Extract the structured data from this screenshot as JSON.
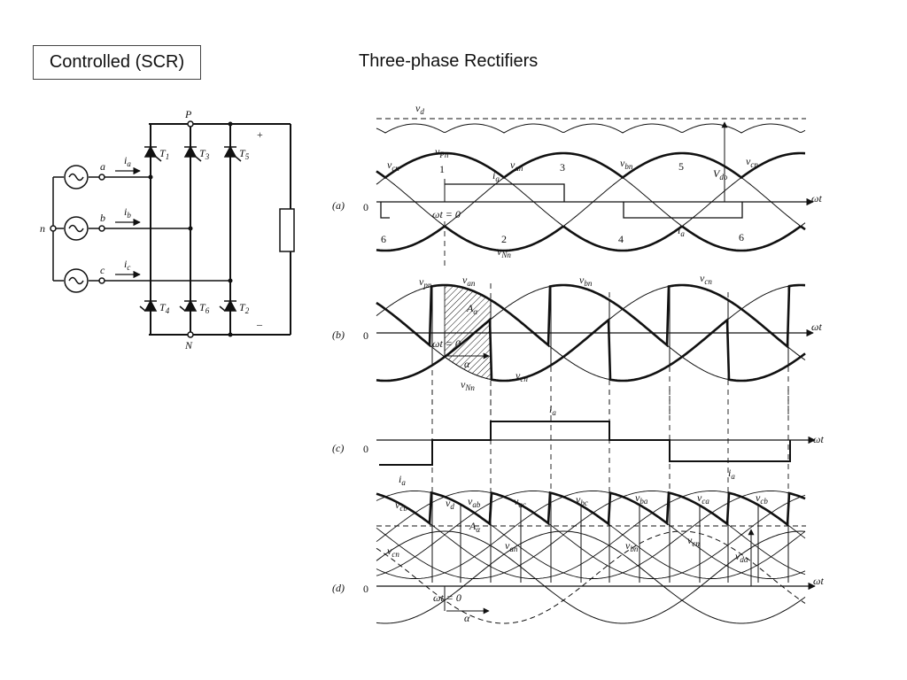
{
  "slide": {
    "box_title": "Controlled (SCR)",
    "heading": "Three-phase Rectifiers"
  },
  "circuit": {
    "node_p": "P",
    "node_n_bottom": "N",
    "node_neutral": "n",
    "plus": "+",
    "minus": "–",
    "phases": [
      "a",
      "b",
      "c"
    ],
    "currents": [
      "i",
      "i",
      "i"
    ],
    "current_subs": [
      "a",
      "b",
      "c"
    ],
    "thyristor_prefix": "T",
    "thyristor_top": [
      "1",
      "3",
      "5"
    ],
    "thyristor_bottom": [
      "4",
      "6",
      "2"
    ]
  },
  "panel_a": {
    "tag": "(a)",
    "zero": "0",
    "vd": "v",
    "vd_sub": "d",
    "vpn": "v",
    "vpn_sub": "Pn",
    "vcn_left": "v",
    "vcn_left_sub": "cn",
    "van": "v",
    "van_sub": "an",
    "vbn": "v",
    "vbn_sub": "bn",
    "vcn_right": "v",
    "vcn_right_sub": "cn",
    "vdo": "V",
    "vdo_sub": "do",
    "ia_top": "i",
    "ia_top_sub": "a",
    "ia_bottom": "i",
    "ia_bottom_sub": "a",
    "vnn": "v",
    "vnn_sub": "Nn",
    "wt0": "ωt = 0",
    "wt": "ωt",
    "num1": "1",
    "num2": "2",
    "num3": "3",
    "num4": "4",
    "num5": "5",
    "num6a": "6",
    "num6b": "6"
  },
  "panel_b": {
    "tag": "(b)",
    "zero": "0",
    "vpn": "v",
    "vpn_sub": "pn",
    "van": "v",
    "van_sub": "an",
    "vbn": "v",
    "vbn_sub": "bn",
    "vcn_top": "v",
    "vcn_top_sub": "cn",
    "area": "A",
    "area_sub": "α",
    "wt0": "ωt = 0",
    "alpha": "α",
    "vcn_low": "v",
    "vcn_low_sub": "cn",
    "vnn": "v",
    "vnn_sub": "Nn",
    "wt": "ωt"
  },
  "panel_c": {
    "tag": "(c)",
    "zero": "0",
    "ia1": "i",
    "ia1_sub": "a",
    "ia2": "i",
    "ia2_sub": "a",
    "ia3": "i",
    "ia3_sub": "a",
    "wt": "ωt"
  },
  "panel_d": {
    "tag": "(d)",
    "zero": "0",
    "vcb1": "v",
    "vcb1_sub": "cb",
    "vd": "v",
    "vd_sub": "d",
    "vab": "v",
    "vab_sub": "ab",
    "vac": "v",
    "vac_sub": "ac",
    "vbc": "v",
    "vbc_sub": "bc",
    "vba": "v",
    "vba_sub": "ba",
    "vca": "v",
    "vca_sub": "ca",
    "vcb2": "v",
    "vcb2_sub": "cb",
    "vcn_left": "v",
    "vcn_left_sub": "cn",
    "area": "A",
    "area_sub": "α",
    "van": "v",
    "van_sub": "an",
    "vbn": "v",
    "vbn_sub": "bn",
    "vcn_right": "v",
    "vcn_right_sub": "cn",
    "vdalpha": "v",
    "vdalpha_sub": "dα",
    "wt0": "ωt = 0",
    "alpha": "α",
    "wt": "ωt"
  },
  "colors": {
    "ink": "#111111",
    "background": "#ffffff"
  }
}
